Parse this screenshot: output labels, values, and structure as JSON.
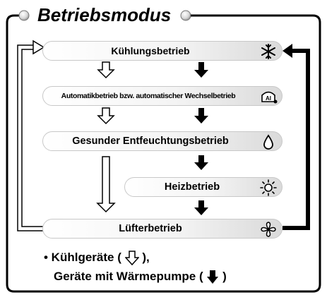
{
  "title": "Betriebsmodus",
  "modes": [
    {
      "label": "Kühlungsbetrieb",
      "icon": "snowflake-icon"
    },
    {
      "label": "Automatikbetrieb bzw. automatischer Wechselbetrieb",
      "icon": "auto-ai-icon",
      "icon_text": "AI"
    },
    {
      "label": "Gesunder Entfeuchtungsbetrieb",
      "icon": "water-drop-icon"
    },
    {
      "label": "Heizbetrieb",
      "icon": "sun-icon"
    },
    {
      "label": "Lüfterbetrieb",
      "icon": "fan-icon"
    }
  ],
  "legend": {
    "line1_prefix": "• Kühlgeräte (",
    "line1_suffix": "),",
    "line2_prefix": "Geräte mit Wärmepumpe (",
    "line2_suffix": ")"
  },
  "colors": {
    "frame": "#000000",
    "pill_light": "#ffffff",
    "pill_dark": "#dadada",
    "arrow_solid": "#000000",
    "arrow_outline": "#000000"
  }
}
